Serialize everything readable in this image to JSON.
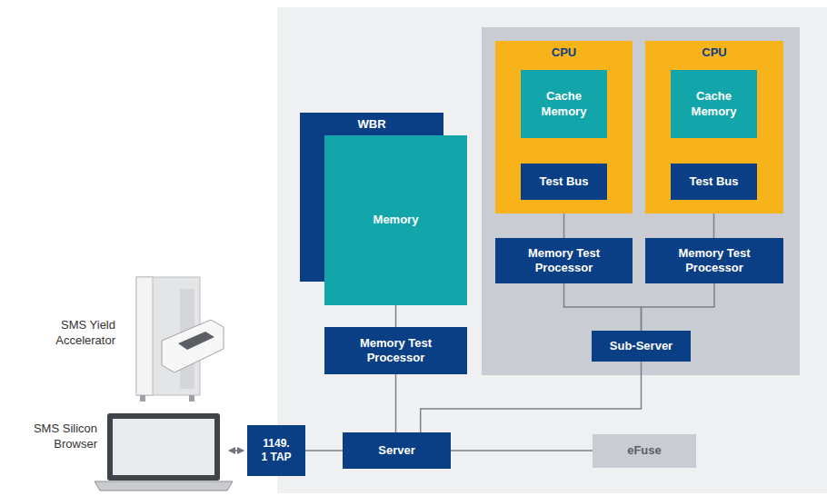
{
  "diagram": {
    "nodes": [
      {
        "text": [
          "WBR"
        ]
      },
      {
        "text": [
          "Memory"
        ]
      },
      {
        "text": [
          "CPU"
        ]
      },
      {
        "text": [
          "Cache Memory"
        ],
        "in": 2
      },
      {
        "text": [
          "Test Bus"
        ],
        "in": 2
      },
      {
        "text": [
          "CPU"
        ]
      },
      {
        "text": [
          "Cache Memory"
        ],
        "in": 5
      },
      {
        "text": [
          "Test Bus"
        ],
        "in": 5
      },
      {
        "text": [
          "Memory Test Processor"
        ]
      },
      {
        "text": [
          "Memory Test Processor"
        ]
      },
      {
        "text": [
          "Memory Test Processor"
        ]
      },
      {
        "text": [
          "Sub-Server"
        ]
      },
      {
        "text": [
          "1149. 1 TAP"
        ]
      },
      {
        "text": [
          "Server"
        ]
      },
      {
        "text": [
          "eFuse"
        ]
      }
    ],
    "edges": [
      {
        "from": 3,
        "to": 4,
        "arrow": "both"
      },
      {
        "from": 4,
        "to": 8,
        "arrow": "none"
      },
      {
        "from": 6,
        "to": 7,
        "arrow": "both"
      },
      {
        "from": 7,
        "to": 9,
        "arrow": "none"
      },
      {
        "from": 8,
        "to": 11,
        "arrow": "none"
      },
      {
        "from": 9,
        "to": 11,
        "arrow": "none"
      },
      {
        "from": 1,
        "to": 10,
        "arrow": "none"
      },
      {
        "from": 10,
        "to": 13,
        "arrow": "none"
      },
      {
        "from": 11,
        "to": 13,
        "arrow": "none"
      },
      {
        "from": 13,
        "to": 14,
        "arrow": "none"
      },
      {
        "from": 12,
        "to": 13,
        "arrow": "none"
      }
    ],
    "labels": [
      "SMS Yield Accelerator",
      "SMS Silicon Browser"
    ]
  }
}
